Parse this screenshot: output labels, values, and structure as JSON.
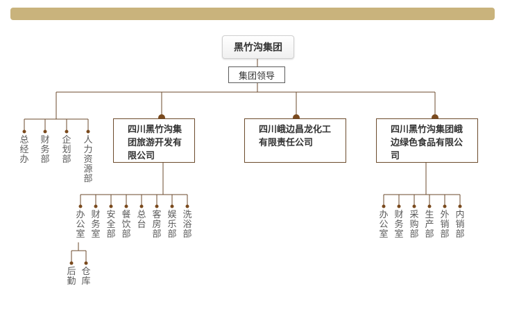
{
  "root": "黑竹沟集团",
  "leadership": "集团领导",
  "offices": [
    "总经办",
    "财务部",
    "企划部",
    "人力资源部"
  ],
  "companies": [
    {
      "name": "四川黑竹沟集团旅游开发有限公司"
    },
    {
      "name": "四川峨边昌龙化工有限责任公司"
    },
    {
      "name": "四川黑竹沟集团峨边绿色食品有限公司"
    }
  ],
  "tourism_depts": [
    "办公室",
    "财务室",
    "安全部",
    "餐饮部",
    "总台",
    "客房部",
    "娱乐部",
    "洗浴部"
  ],
  "office_subunits": [
    "后勤",
    "仓库"
  ],
  "food_depts": [
    "办公室",
    "财务室",
    "采购部",
    "生产部",
    "外销部",
    "内销部"
  ],
  "colors": {
    "banner": "#c9b37c",
    "line": "#6b4a2b",
    "dot": "#7a4a1e"
  }
}
